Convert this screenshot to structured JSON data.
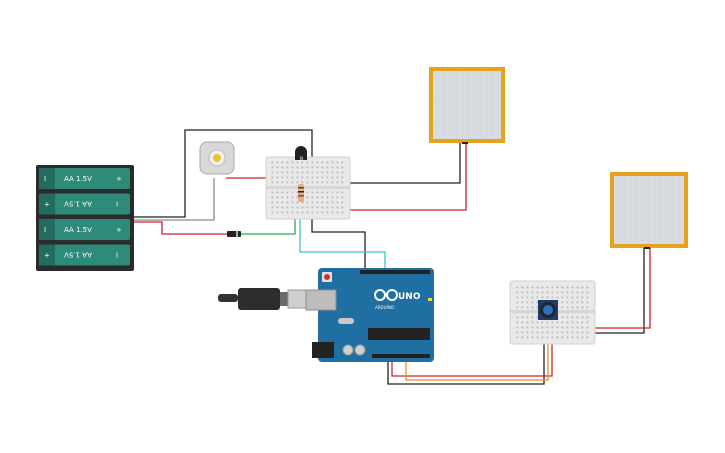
{
  "battery": {
    "cells": [
      {
        "label": "AA 1.5V",
        "left": "I",
        "right": "+"
      },
      {
        "label": "AA 1.5V",
        "left": "+",
        "right": "I"
      },
      {
        "label": "AA 1.5V",
        "left": "I",
        "right": "+"
      },
      {
        "label": "AA 1.5V",
        "left": "+",
        "right": "I"
      }
    ]
  },
  "arduino": {
    "model": "UNO",
    "brand": "ARDUINO"
  },
  "colors": {
    "wire_red": "#d4202a",
    "wire_black": "#222222",
    "wire_green": "#2fa84f",
    "wire_cyan": "#3fc3c8",
    "wire_orange": "#e8951c",
    "wire_gray": "#8a8a8a",
    "board_blue": "#1f6fa3",
    "battery_teal": "#2e8b7a",
    "plot_border": "#e6a21d"
  }
}
